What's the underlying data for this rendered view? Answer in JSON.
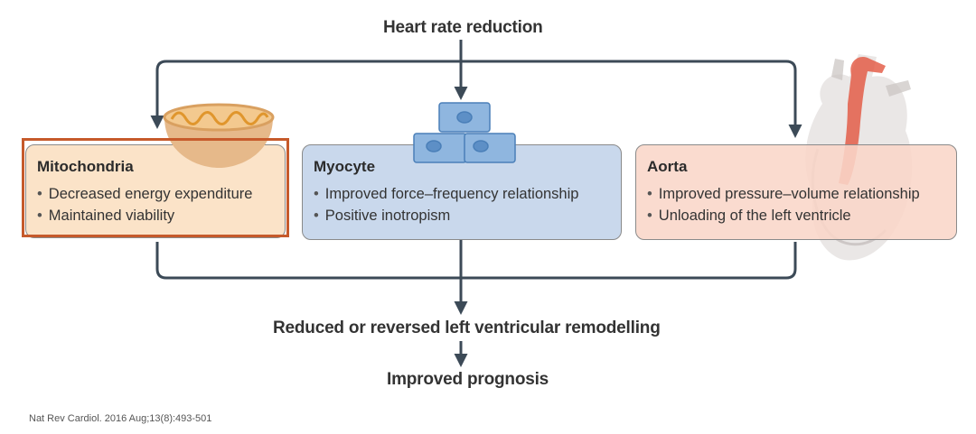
{
  "top_label": "Heart rate reduction",
  "middle_label": "Reduced or reversed left ventricular remodelling",
  "bottom_label": "Improved prognosis",
  "boxes": [
    {
      "title": "Mitochondria",
      "items": [
        "Decreased energy expenditure",
        "Maintained viability"
      ]
    },
    {
      "title": "Myocyte",
      "items": [
        "Improved force–frequency relationship",
        "Positive inotropism"
      ]
    },
    {
      "title": "Aorta",
      "items": [
        "Improved pressure–volume relationship",
        "Unloading of the left ventricle"
      ]
    }
  ],
  "citation": "Nat Rev Cardiol. 2016 Aug;13(8):493-501",
  "colors": {
    "mitochondria_box": "#fbe3c8",
    "myocyte_box": "#c9d8ec",
    "aorta_box": "#f9d6c8",
    "highlight_border": "#c65a2b",
    "arrow": "#3c4a57"
  },
  "illustrations": [
    "mitochondrion-icon",
    "myocyte-cells-icon",
    "heart-icon"
  ]
}
